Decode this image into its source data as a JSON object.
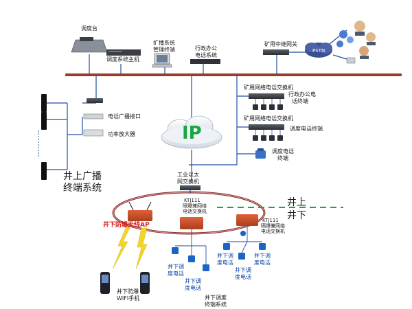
{
  "labels": {
    "dispatch_console": "调度台",
    "dispatch_host": "调度系统主机",
    "broadcast_mgmt_1": "扩播系统",
    "broadcast_mgmt_2": "管理终端",
    "admin_phone_sys_1": "行政办公",
    "admin_phone_sys_2": "电话系统",
    "mining_relay_gateway": "矿用中继网关",
    "pstn": "PSTN",
    "mining_switch_a": "矿用网络电话交换机",
    "admin_terminal_1": "行政办公电",
    "admin_terminal_2": "话终端",
    "mining_switch_b": "矿用网络电话交换机",
    "dispatch_terminal": "调度电话终端",
    "dispatch_phone_1": "调度电话",
    "dispatch_phone_2": "终端",
    "phone_broadcast_interface": "电话广播接口",
    "power_amplifier": "功率放大器",
    "ip_cloud": "IP",
    "surface_broadcast_1": "井上广播",
    "surface_broadcast_2": "终端系统",
    "industrial_ethernet_1": "工业以太",
    "industrial_ethernet_2": "网交换机",
    "ktj_left_1": "KTJ111",
    "ktj_left_2": "隔爆兼网络",
    "ktj_left_3": "电话交换机",
    "ktj_right_1": "KTJ111",
    "ktj_right_2": "隔爆兼网络",
    "ktj_right_3": "电话交换机",
    "surface": "井上",
    "underground": "井下",
    "underground_ap": "井下防爆无线AP",
    "wifi_phone_1": "井下防爆",
    "wifi_phone_2": "WIFI手机",
    "ug_phone_a1": "井下调",
    "ug_phone_a2": "度电话",
    "ug_phone_b1": "井下调",
    "ug_phone_b2": "度电话",
    "ug_phone_c1": "井下调",
    "ug_phone_c2": "度电话",
    "ug_phone_d1": "井下调",
    "ug_phone_d2": "度电话",
    "ug_phone_e1": "井下调",
    "ug_phone_e2": "度电话",
    "ug_dispatch_system_1": "井下调度",
    "ug_dispatch_system_2": "终端系统"
  },
  "colors": {
    "bus": "#9b3b2a",
    "line": "#1f4fa0",
    "ring": "#8a2f2f",
    "ip_green": "#1aa640",
    "dashed_green": "#1aa640",
    "phone_blue": "#1a64c8",
    "switch_orange": "#c85a1a"
  }
}
